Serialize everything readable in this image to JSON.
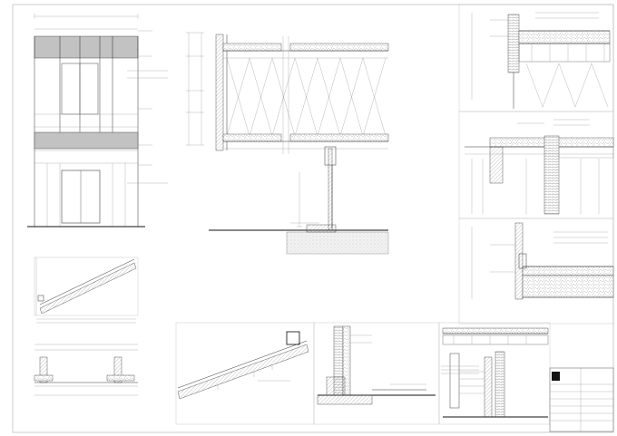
{
  "sheet": {
    "title_block": {
      "logo_text": "",
      "lines": [
        "",
        "",
        "",
        ""
      ]
    }
  },
  "drawing": {
    "panels": [
      {
        "id": "facade-elevation"
      },
      {
        "id": "wall-section-main"
      },
      {
        "id": "detail-top-right"
      },
      {
        "id": "detail-middle-right"
      },
      {
        "id": "detail-lower-right"
      },
      {
        "id": "sloped-detail-left"
      },
      {
        "id": "plan-detail-bottom-left"
      },
      {
        "id": "sloped-detail-bottom-center"
      },
      {
        "id": "base-detail-bottom-center"
      },
      {
        "id": "facade-detail-bottom-right"
      },
      {
        "id": "title-block"
      }
    ]
  }
}
